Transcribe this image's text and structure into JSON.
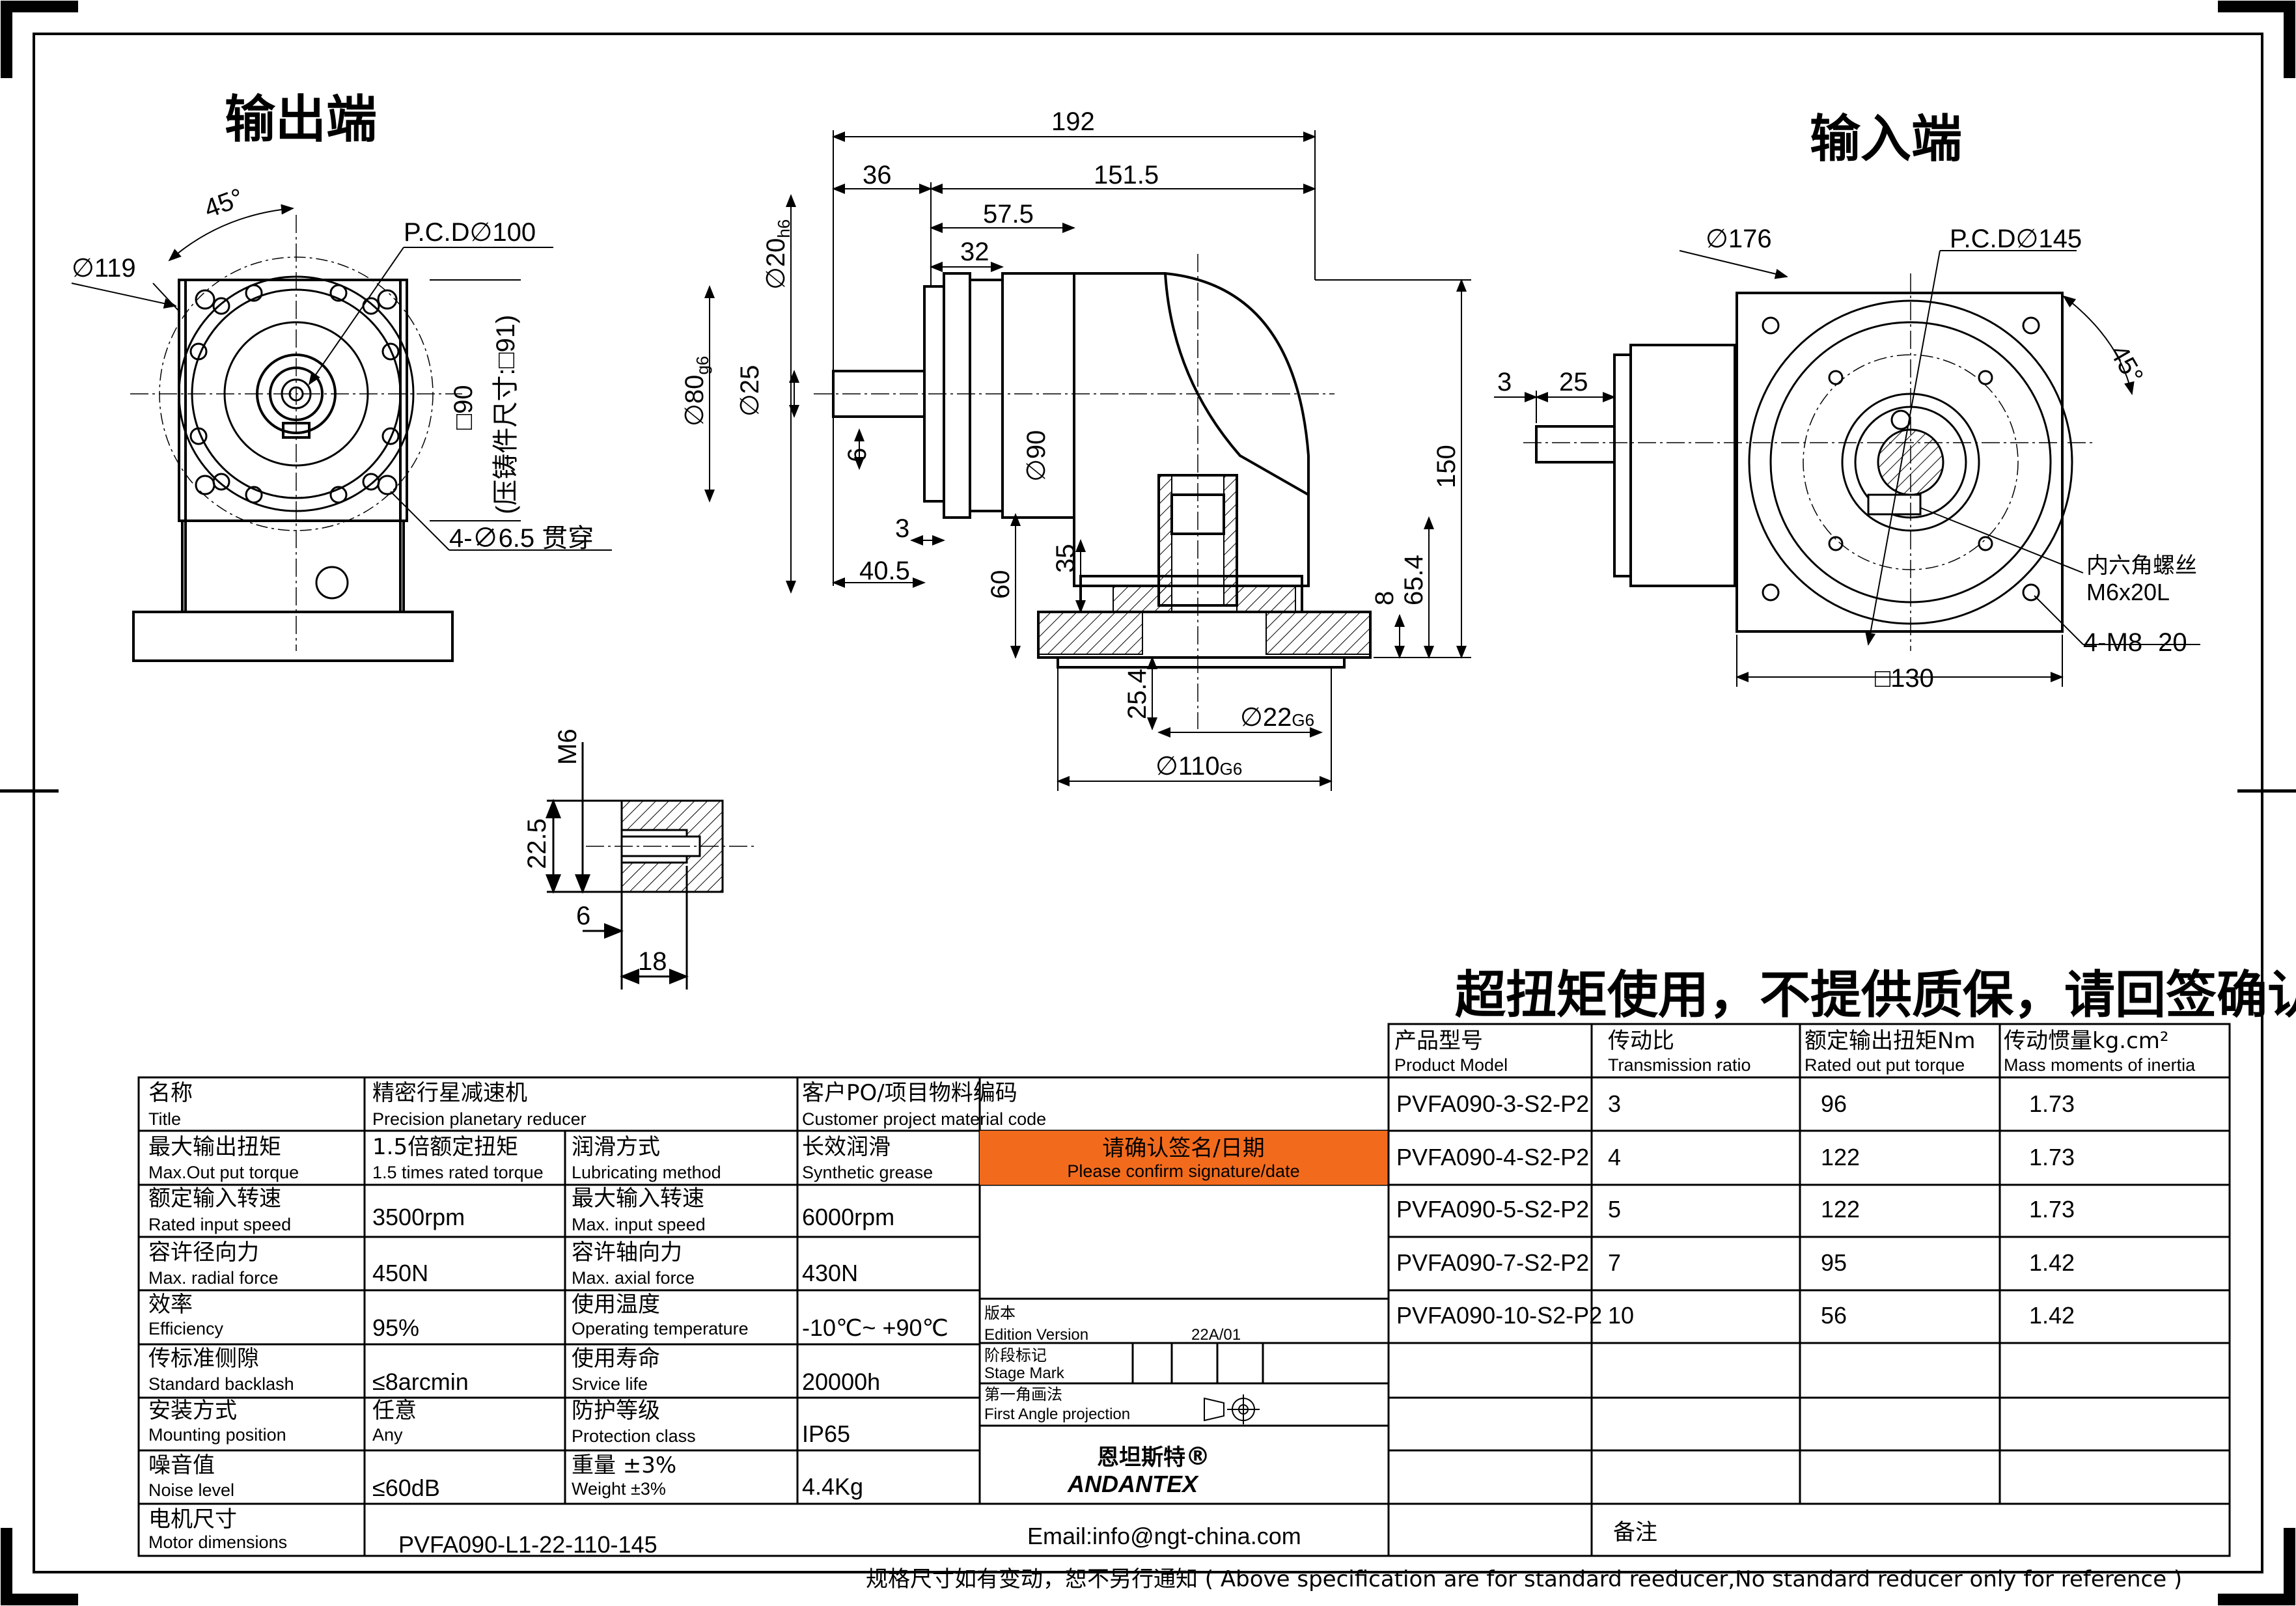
{
  "labels": {
    "output_end": "输出端",
    "input_end": "输入端",
    "warning": "超扭矩使用，不提供质保，请回签确认",
    "footer_note": "规格尺寸如有变动，恕不另行通知 ( Above specification are for standard reeducer,No standard reducer only for reference )"
  },
  "dims_left": {
    "angle": "45°",
    "pcd": "P.C.D∅100",
    "dia": "∅119",
    "square": "□90",
    "cast": "(压铸件尺寸:□91)",
    "holes": "4-∅6.5 贯穿"
  },
  "dims_mid": {
    "d192": "192",
    "d36": "36",
    "d151": "151.5",
    "d57": "57.5",
    "d32": "32",
    "d20": "∅20",
    "d20s": "h6",
    "d80": "∅80",
    "d80s": "g6",
    "d25": "∅25",
    "d6": "6",
    "d90": "∅90",
    "d150": "150",
    "d3": "3",
    "d40": "40.5",
    "d60": "60",
    "d35": "35",
    "d8": "8",
    "d65": "65.4",
    "d25_4": "25.4",
    "d22": "∅22",
    "d22s": "G6",
    "d110": "∅110",
    "d110s": "G6"
  },
  "dims_right": {
    "d176": "∅176",
    "pcd": "P.C.D∅145",
    "d3": "3",
    "d25": "25",
    "angle": "45°",
    "screw_cn": "内六角螺丝",
    "screw": "M6x20L",
    "holes": "4-M8",
    "depth": "20",
    "square": "□130"
  },
  "dims_detail": {
    "m6": "M6",
    "d22": "22.5",
    "d6": "6",
    "d18": "18"
  },
  "spec": {
    "title_cn": "名称",
    "title_en": "Title",
    "title_val_cn": "精密行星减速机",
    "title_val_en": "Precision planetary reducer",
    "cust_cn": "客户PO/项目物料编码",
    "cust_en": "Customer project material code",
    "r1": {
      "cn1": "最大输出扭矩",
      "en1": "Max.Out put torque",
      "v1cn": "1.5倍额定扭矩",
      "v1en": "1.5 times rated torque",
      "cn2": "润滑方式",
      "en2": "Lubricating method",
      "v2cn": "长效润滑",
      "v2en": "Synthetic grease"
    },
    "r2": {
      "cn1": "额定输入转速",
      "en1": "Rated input speed",
      "v1": "3500rpm",
      "cn2": "最大输入转速",
      "en2": "Max. input speed",
      "v2": "6000rpm"
    },
    "r3": {
      "cn1": "容许径向力",
      "en1": "Max. radial force",
      "v1": "450N",
      "cn2": "容许轴向力",
      "en2": "Max. axial force",
      "v2": "430N"
    },
    "r4": {
      "cn1": "效率",
      "en1": "Efficiency",
      "v1": "95%",
      "cn2": "使用温度",
      "en2": "Operating temperature",
      "v2": "-10℃~ +90℃"
    },
    "r5": {
      "cn1": "传标准侧隙",
      "en1": "Standard backlash",
      "v1": "≤8arcmin",
      "cn2": "使用寿命",
      "en2": "Srvice life",
      "v2": "20000h"
    },
    "r6": {
      "cn1": "安装方式",
      "en1": "Mounting position",
      "v1cn": "任意",
      "v1en": "Any",
      "cn2": "防护等级",
      "en2": "Protection class",
      "v2": "IP65"
    },
    "r7": {
      "cn1": "噪音值",
      "en1": "Noise level",
      "v1": "≤60dB",
      "cn2": "重量 ±3%",
      "en2": "Weight ±3%",
      "v2": "4.4Kg"
    },
    "r8": {
      "cn1": "电机尺寸",
      "en1": "Motor dimensions"
    },
    "model_code": "PVFA090-L1-22-110-145",
    "email": "Email:info@ngt-china.com",
    "confirm_cn": "请确认签名/日期",
    "confirm_en": "Please confirm signature/date",
    "edition_cn": "版本",
    "edition_en": "Edition Version",
    "edition_val": "22A/01",
    "stage_cn": "阶段标记",
    "stage_en": "Stage Mark",
    "proj_cn": "第一角画法",
    "proj_en": "First Angle projection",
    "brand_cn": "恩坦斯特",
    "brand_reg": "®",
    "brand_en": "ANDANTEX",
    "remark": "备注"
  },
  "ratio_table": {
    "headers": [
      {
        "cn": "产品型号",
        "en": "Product Model"
      },
      {
        "cn": "传动比",
        "en": "Transmission ratio"
      },
      {
        "cn": "额定输出扭矩Nm",
        "en": "Rated out put torque"
      },
      {
        "cn": "传动惯量kg.cm²",
        "en": "Mass moments of inertia"
      }
    ],
    "rows": [
      {
        "model": "PVFA090-3-S2-P2",
        "ratio": "3",
        "torque": "96",
        "inertia": "1.73"
      },
      {
        "model": "PVFA090-4-S2-P2",
        "ratio": "4",
        "torque": "122",
        "inertia": "1.73"
      },
      {
        "model": "PVFA090-5-S2-P2",
        "ratio": "5",
        "torque": "122",
        "inertia": "1.73"
      },
      {
        "model": "PVFA090-7-S2-P2",
        "ratio": "7",
        "torque": "95",
        "inertia": "1.42"
      },
      {
        "model": "PVFA090-10-S2-P2",
        "ratio": "10",
        "torque": "56",
        "inertia": "1.42"
      }
    ]
  },
  "colors": {
    "confirm_bg": "#f26b1d",
    "brand": "#0d9d3a",
    "line": "#000000"
  }
}
